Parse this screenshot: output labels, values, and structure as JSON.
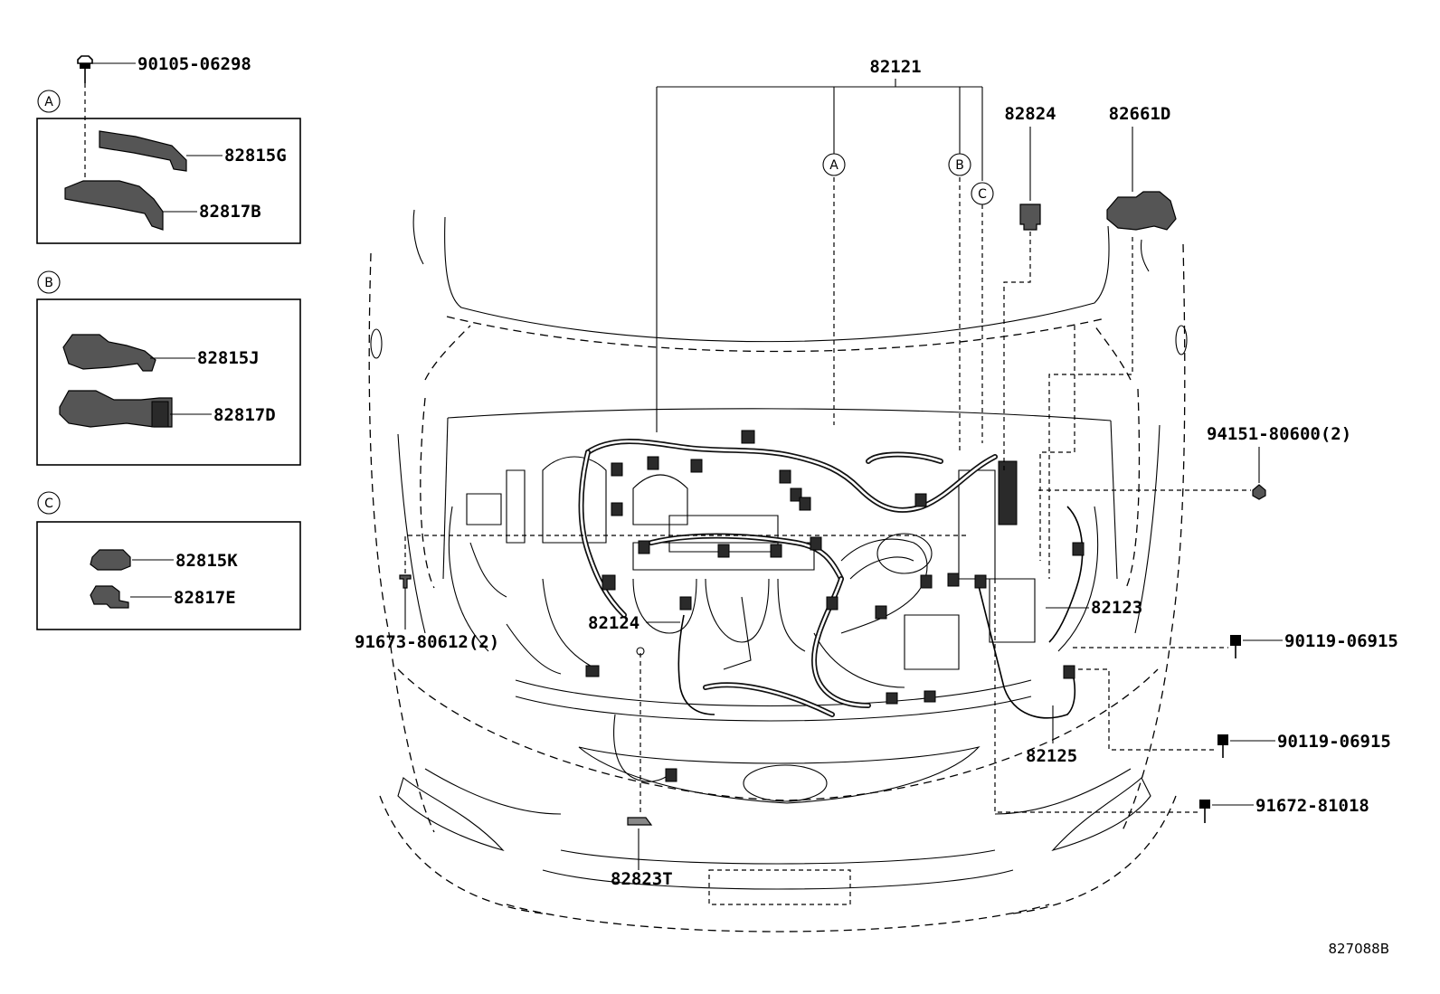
{
  "diagram": {
    "id_code": "827088B",
    "inset_boxes": [
      {
        "key": "A",
        "parts": [
          "82815G",
          "82817B"
        ]
      },
      {
        "key": "B",
        "parts": [
          "82815J",
          "82817D"
        ]
      },
      {
        "key": "C",
        "parts": [
          "82815K",
          "82817E"
        ]
      }
    ],
    "callouts": {
      "bolt_top": "90105-06298",
      "main_harness": "82121",
      "p82824": "82824",
      "p82661D": "82661D",
      "nut_right": "94151-80600(2)",
      "clamp_left": "91673-80612(2)",
      "p82124": "82124",
      "p82123": "82123",
      "bolt_r1": "90119-06915",
      "bolt_r2": "90119-06915",
      "p82125": "82125",
      "bolt_r3": "91672-81018",
      "p82823T": "82823T"
    },
    "branch_markers": [
      "A",
      "B",
      "C"
    ]
  }
}
